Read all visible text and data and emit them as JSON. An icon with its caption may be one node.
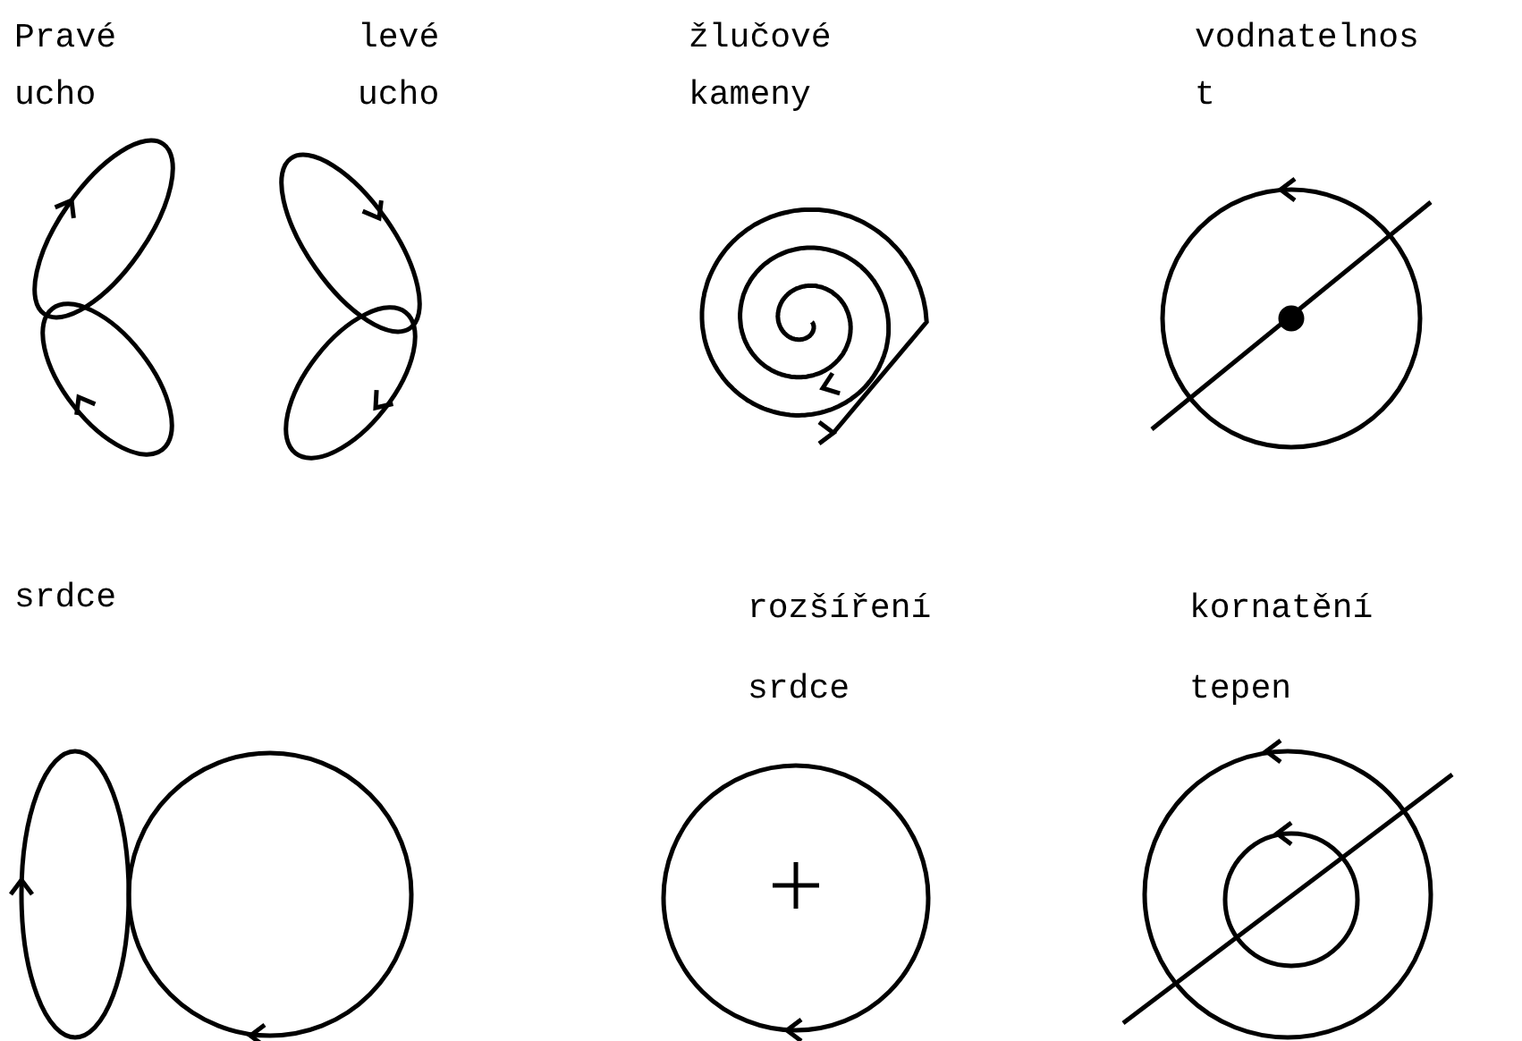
{
  "diagram": {
    "labels": [
      "Pravé ucho",
      "levé ucho",
      "žlučové kameny",
      "vodnatelnost",
      "srdce",
      "rozšíření srdce",
      "kornatění tepen"
    ]
  }
}
